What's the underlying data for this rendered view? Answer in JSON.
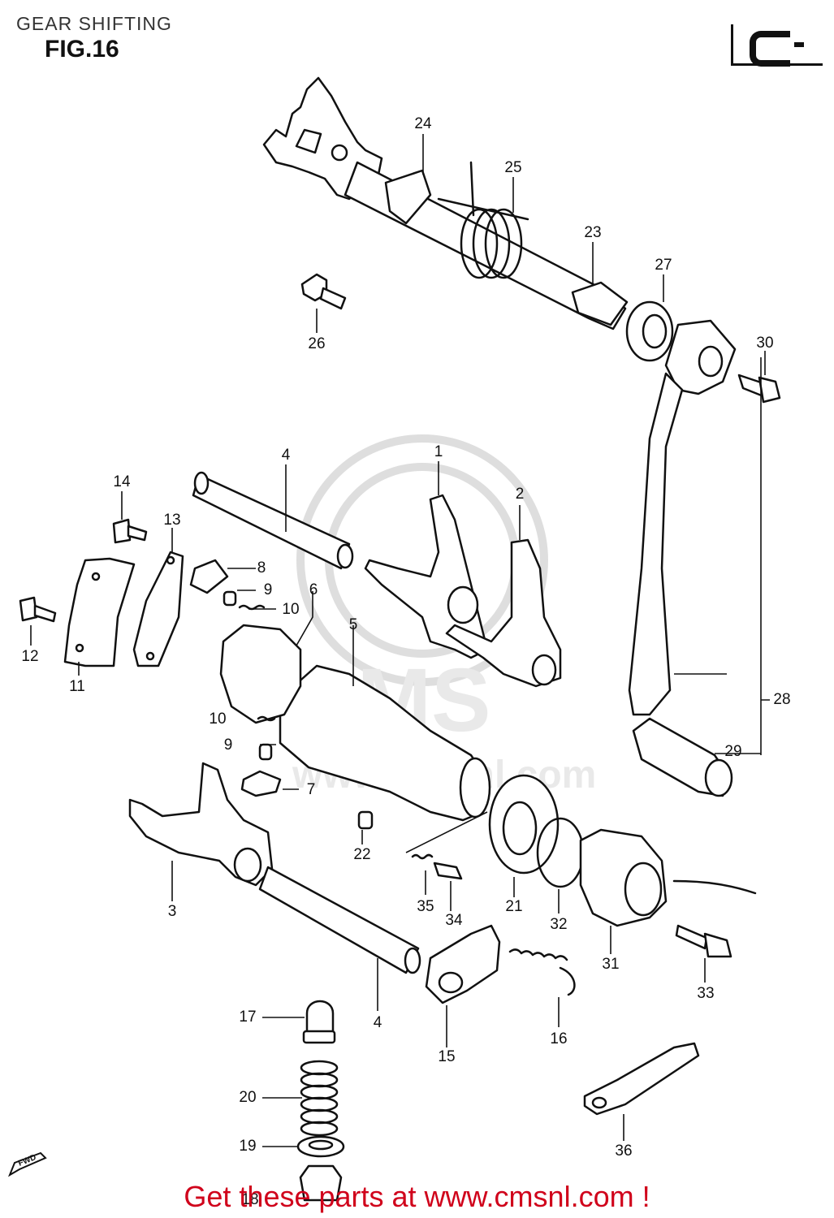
{
  "header": {
    "page_title": "GEAR SHIFTING",
    "figure_label": "FIG.16"
  },
  "callouts": {
    "c1": "1",
    "c2": "2",
    "c3": "3",
    "c4_top": "4",
    "c4_bottom": "4",
    "c5": "5",
    "c6": "6",
    "c7": "7",
    "c8": "8",
    "c9_top": "9",
    "c9_bottom": "9",
    "c10_top": "10",
    "c10_bottom": "10",
    "c11": "11",
    "c12": "12",
    "c13": "13",
    "c14": "14",
    "c15": "15",
    "c16": "16",
    "c17": "17",
    "c18": "18",
    "c19": "19",
    "c20": "20",
    "c21": "21",
    "c22": "22",
    "c23": "23",
    "c24": "24",
    "c25": "25",
    "c26": "26",
    "c27": "27",
    "c28": "28",
    "c29": "29",
    "c30": "30",
    "c31": "31",
    "c32": "32",
    "c33": "33",
    "c34": "34",
    "c35": "35",
    "c36": "36"
  },
  "fwd_marker": "FWD",
  "footer": {
    "text": "Get these parts at www.cmsnl.com !",
    "color": "#d0021b"
  },
  "colors": {
    "line": "#111111",
    "watermark": "#d6d6d6"
  }
}
